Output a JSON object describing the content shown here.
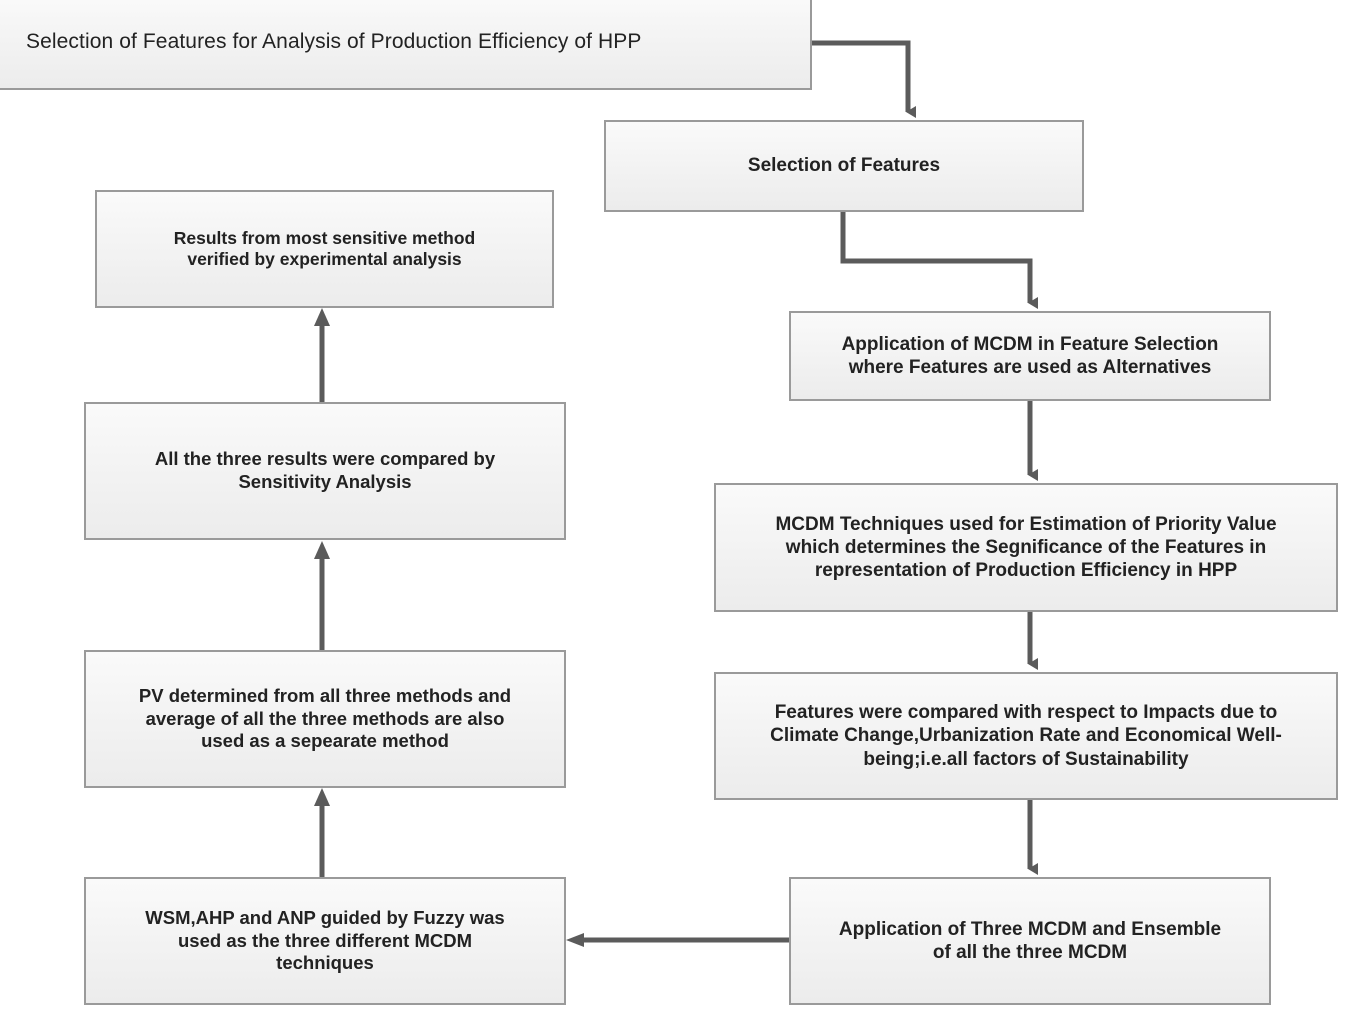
{
  "diagram": {
    "title": "Selection of Features for Analysis of Production Efficiency of HPP",
    "nodes": [
      {
        "id": "title",
        "text": "Selection of Features for Analysis of Production Efficiency of HPP"
      },
      {
        "id": "selection-of-features",
        "text": "Selection of Features"
      },
      {
        "id": "application-of-mcdm",
        "text": "Application of MCDM in Feature Selection\nwhere Features are used as Alternatives"
      },
      {
        "id": "mcdm-techniques",
        "text": "MCDM Techniques used for Estimation of Priority Value\nwhich determines the Segnificance of the Features in\nrepresentation of Production Efficiency in HPP"
      },
      {
        "id": "features-compared",
        "text": "Features were compared with respect to Impacts due to\nClimate Change,Urbanization Rate and Economical Well-\nbeing;i.e.all factors of Sustainability"
      },
      {
        "id": "application-three-mcdm",
        "text": "Application of Three MCDM and Ensemble\nof all the three MCDM"
      },
      {
        "id": "wsm-ahp-anp",
        "text": "WSM,AHP and ANP guided by Fuzzy was\nused as the three different MCDM\ntechniques"
      },
      {
        "id": "pv-determined",
        "text": "PV determined from all three methods and\naverage of all the three methods are also\nused as a sepearate method"
      },
      {
        "id": "three-results-compared",
        "text": "All the three results were compared by\nSensitivity Analysis"
      },
      {
        "id": "results-verified",
        "text": "Results from most sensitive method\nverified by experimental analysis"
      }
    ],
    "edges": [
      {
        "from": "title",
        "to": "selection-of-features",
        "shape": "elbow-right-down"
      },
      {
        "from": "selection-of-features",
        "to": "application-of-mcdm",
        "shape": "z-down-right-down"
      },
      {
        "from": "application-of-mcdm",
        "to": "mcdm-techniques",
        "shape": "straight-down"
      },
      {
        "from": "mcdm-techniques",
        "to": "features-compared",
        "shape": "straight-down"
      },
      {
        "from": "features-compared",
        "to": "application-three-mcdm",
        "shape": "straight-down"
      },
      {
        "from": "application-three-mcdm",
        "to": "wsm-ahp-anp",
        "shape": "straight-left"
      },
      {
        "from": "wsm-ahp-anp",
        "to": "pv-determined",
        "shape": "straight-up"
      },
      {
        "from": "pv-determined",
        "to": "three-results-compared",
        "shape": "straight-up"
      },
      {
        "from": "three-results-compared",
        "to": "results-verified",
        "shape": "straight-up"
      }
    ],
    "colors": {
      "node_border": "#9a9a9a",
      "node_fill": "#f2f2f2",
      "connector": "#5b5b5b",
      "text": "#222222",
      "background": "#ffffff"
    }
  }
}
